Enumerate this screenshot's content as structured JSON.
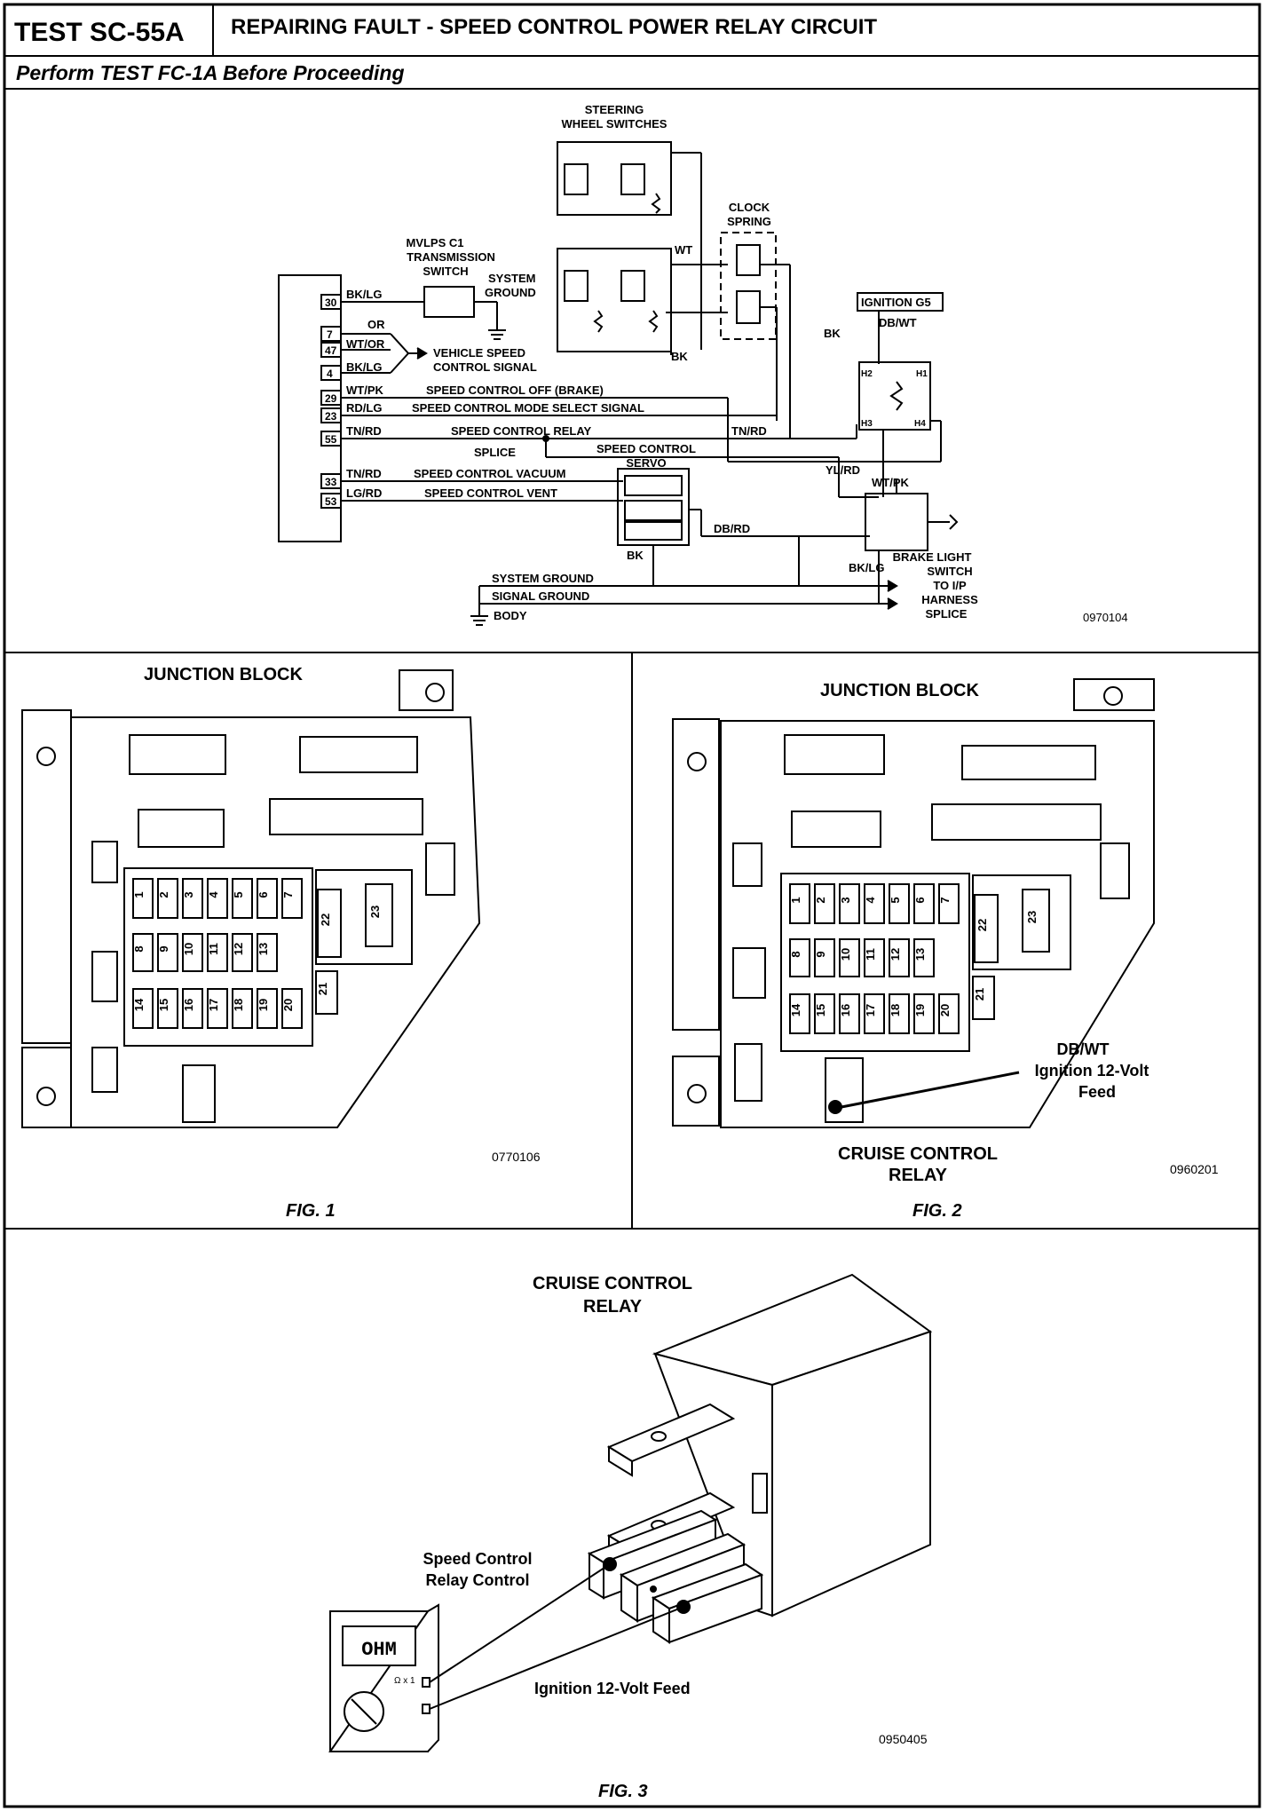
{
  "header": {
    "test_id": "TEST SC-55A",
    "title": "REPAIRING FAULT - SPEED CONTROL POWER RELAY CIRCUIT",
    "subtitle": "Perform TEST FC-1A Before Proceeding"
  },
  "schematic": {
    "steering_switches": [
      "STEERING",
      "WHEEL SWITCHES"
    ],
    "clock_spring": [
      "CLOCK",
      "SPRING"
    ],
    "transmission_switch": [
      "MVLPS   C1",
      "TRANSMISSION",
      "SWITCH"
    ],
    "system_ground_top": [
      "SYSTEM",
      "GROUND"
    ],
    "ignition_box": "IGNITION G5",
    "db_wt": "DB/WT",
    "bk_a": "BK",
    "bk_b": "BK",
    "bk_c": "BK",
    "wt": "WT",
    "or_label": "OR",
    "vehicle_speed": [
      "VEHICLE SPEED",
      "CONTROL SIGNAL"
    ],
    "splice": "SPLICE",
    "servo": [
      "SPEED CONTROL",
      "SERVO"
    ],
    "pins": [
      "30",
      "7",
      "47",
      "4",
      "29",
      "23",
      "55",
      "33",
      "53"
    ],
    "wires": [
      {
        "color": "BK/LG",
        "desc": ""
      },
      {
        "color": "WT/OR",
        "desc": ""
      },
      {
        "color": "BK/LG",
        "desc": ""
      },
      {
        "color": "WT/PK",
        "desc": "SPEED CONTROL OFF (BRAKE)"
      },
      {
        "color": "RD/LG",
        "desc": "SPEED CONTROL MODE SELECT SIGNAL"
      },
      {
        "color": "TN/RD",
        "desc": "SPEED CONTROL RELAY"
      },
      {
        "color": "TN/RD",
        "desc": "SPEED CONTROL VACUUM"
      },
      {
        "color": "LG/RD",
        "desc": "SPEED CONTROL VENT"
      }
    ],
    "tn_rd_right": "TN/RD",
    "yl_rd": "YL/RD",
    "wt_pk_right": "WT/PK",
    "db_rd": "DB/RD",
    "bk_lg_right": "BK/LG",
    "relay_pins": [
      "H2",
      "H1",
      "H3",
      "H4"
    ],
    "brake_switch": [
      "BRAKE LIGHT",
      "SWITCH",
      "TO I/P",
      "HARNESS",
      "SPLICE"
    ],
    "grounds": [
      "SYSTEM GROUND",
      "SIGNAL GROUND",
      "BODY"
    ],
    "code": "0970104"
  },
  "fig1": {
    "title": "JUNCTION BLOCK",
    "code": "0770106",
    "caption": "FIG. 1",
    "fuses_row1": [
      "1",
      "2",
      "3",
      "4",
      "5",
      "6",
      "7"
    ],
    "fuses_row2": [
      "8",
      "9",
      "10",
      "11",
      "12",
      "13"
    ],
    "fuses_row3": [
      "14",
      "15",
      "16",
      "17",
      "18",
      "19",
      "20"
    ],
    "fuses_big": [
      "22",
      "23",
      "21"
    ]
  },
  "fig2": {
    "title": "JUNCTION BLOCK",
    "code": "0960201",
    "caption": "FIG. 2",
    "callout": [
      "DB/WT",
      "Ignition 12-Volt",
      "Feed"
    ],
    "relay_label": [
      "CRUISE CONTROL",
      "RELAY"
    ]
  },
  "fig3": {
    "title": [
      "CRUISE CONTROL",
      "RELAY"
    ],
    "label_control": [
      "Speed Control",
      "Relay Control"
    ],
    "label_feed": "Ignition 12-Volt Feed",
    "meter_display": "OHM",
    "meter_range": "Ω x 1",
    "code": "0950405",
    "caption": "FIG. 3"
  }
}
